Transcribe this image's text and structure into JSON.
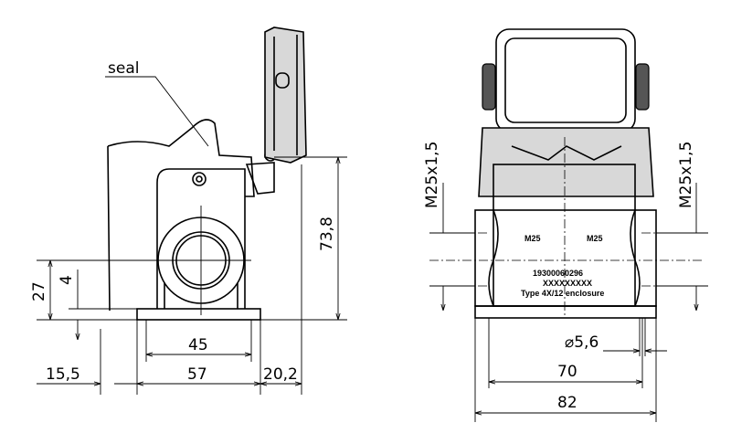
{
  "left_view": {
    "seal_label": "seal",
    "dims": {
      "height": "73,8",
      "d27": "27",
      "d4": "4",
      "d45": "45",
      "d57": "57",
      "d15_5": "15,5",
      "d20_2": "20,2"
    }
  },
  "right_view": {
    "thread_left": "M25x1,5",
    "thread_right": "M25x1,5",
    "marking_left": "M25",
    "marking_right": "M25",
    "part_number": "19300060296",
    "serial": "XXXXXXXXX",
    "type": "Type 4X/12 enclosure",
    "dims": {
      "hole": "⌀5,6",
      "d70": "70",
      "d82": "82"
    }
  }
}
